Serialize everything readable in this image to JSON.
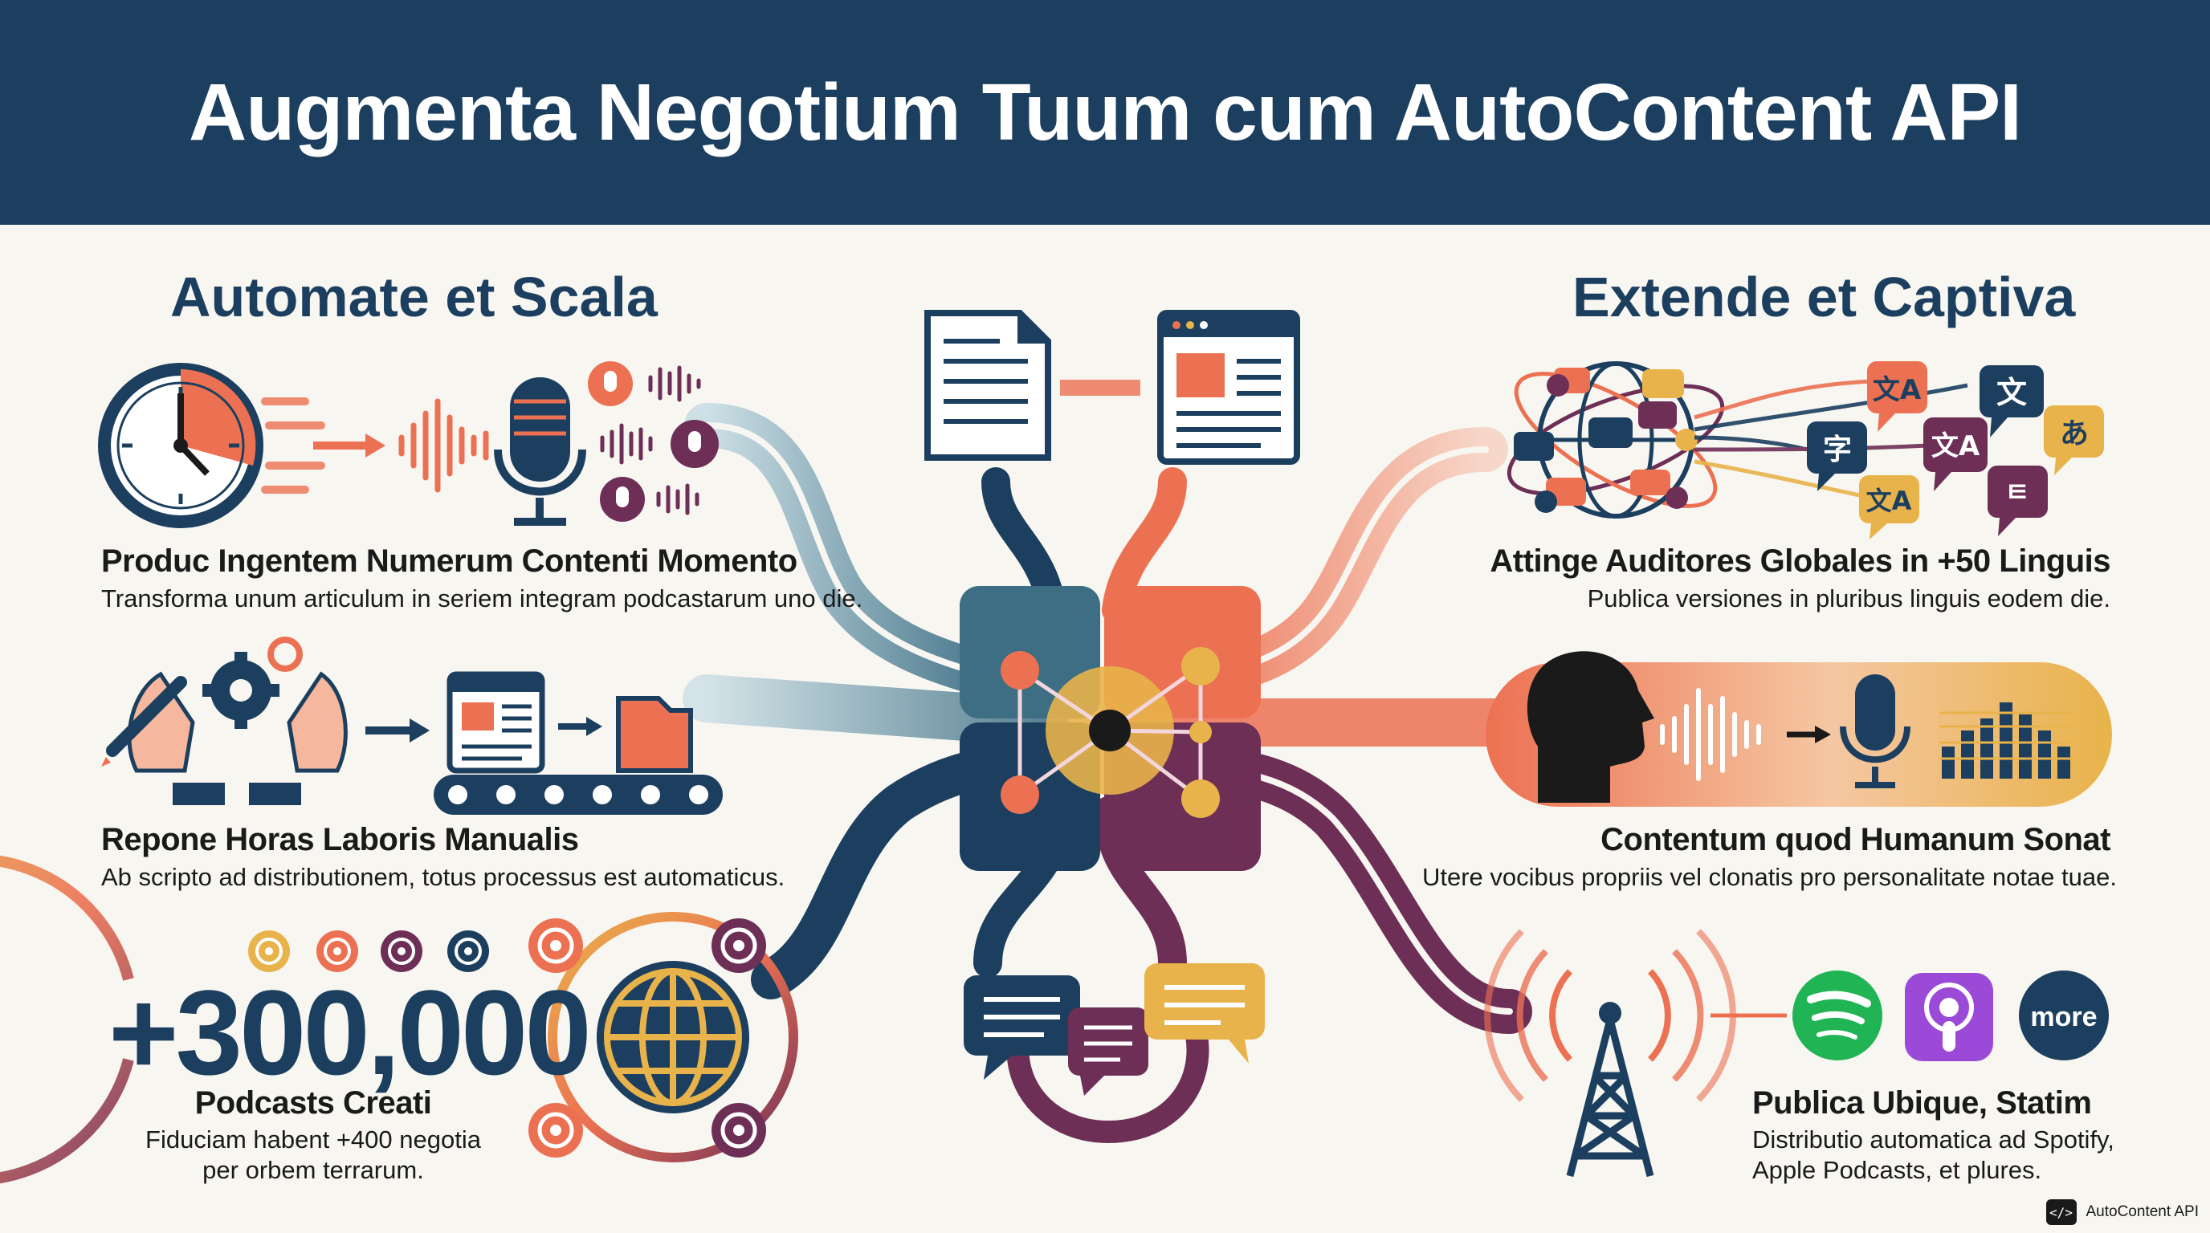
{
  "header": {
    "title": "Augmenta Negotium Tuum cum AutoContent API"
  },
  "left": {
    "section_title": "Automate et Scala",
    "features": [
      {
        "title": "Produc Ingentem Numerum Contenti Momento",
        "desc": "Transforma unum articulum in seriem integram podcastarum uno die."
      },
      {
        "title": "Repone Horas Laboris Manualis",
        "desc": "Ab scripto ad distributionem, totus processus est automaticus."
      }
    ],
    "stat": {
      "value": "+300,000",
      "label": "Podcasts Creati",
      "desc_line1": "Fiduciam habent +400 negotia",
      "desc_line2": "per orbem terrarum."
    }
  },
  "right": {
    "section_title": "Extende et Captiva",
    "features": [
      {
        "title": "Attinge Auditores Globales in +50 Linguis",
        "desc": "Publica versiones in pluribus linguis eodem die."
      },
      {
        "title": "Contentum quod Humanum Sonat",
        "desc": "Utere vocibus propriis vel clonatis pro personalitate notae tuae."
      }
    ],
    "publish": {
      "title": "Publica Ubique, Statim",
      "desc_line1": "Distributio automatica ad Spotify,",
      "desc_line2": "Apple Podcasts, et plures."
    },
    "more_badge": "more",
    "language_glyphs": [
      "文A",
      "文",
      "字",
      "文A",
      "あ",
      "文A",
      "ㅌ"
    ]
  },
  "brand": {
    "icon": "</>",
    "label": "AutoContent API"
  },
  "colors": {
    "navy": "#1c3f5f",
    "orange": "#ec7152",
    "yellow": "#e8b34a",
    "purple": "#6e2f57",
    "teal_light": "#9fc3cf",
    "spotify": "#21b454",
    "podcast": "#9a4ad6"
  },
  "icons": [
    "clock-icon",
    "arrow-icon",
    "sound-wave-icon",
    "microphone-icon",
    "hands-gear-icon",
    "document-icon",
    "conveyor-icon",
    "folder-icon",
    "podcast-icon",
    "globe-icon",
    "chat-bubble-icon",
    "network-globe-icon",
    "translate-icon",
    "head-profile-icon",
    "equalizer-icon",
    "radio-tower-icon",
    "spotify-icon",
    "apple-podcasts-icon",
    "code-icon"
  ]
}
